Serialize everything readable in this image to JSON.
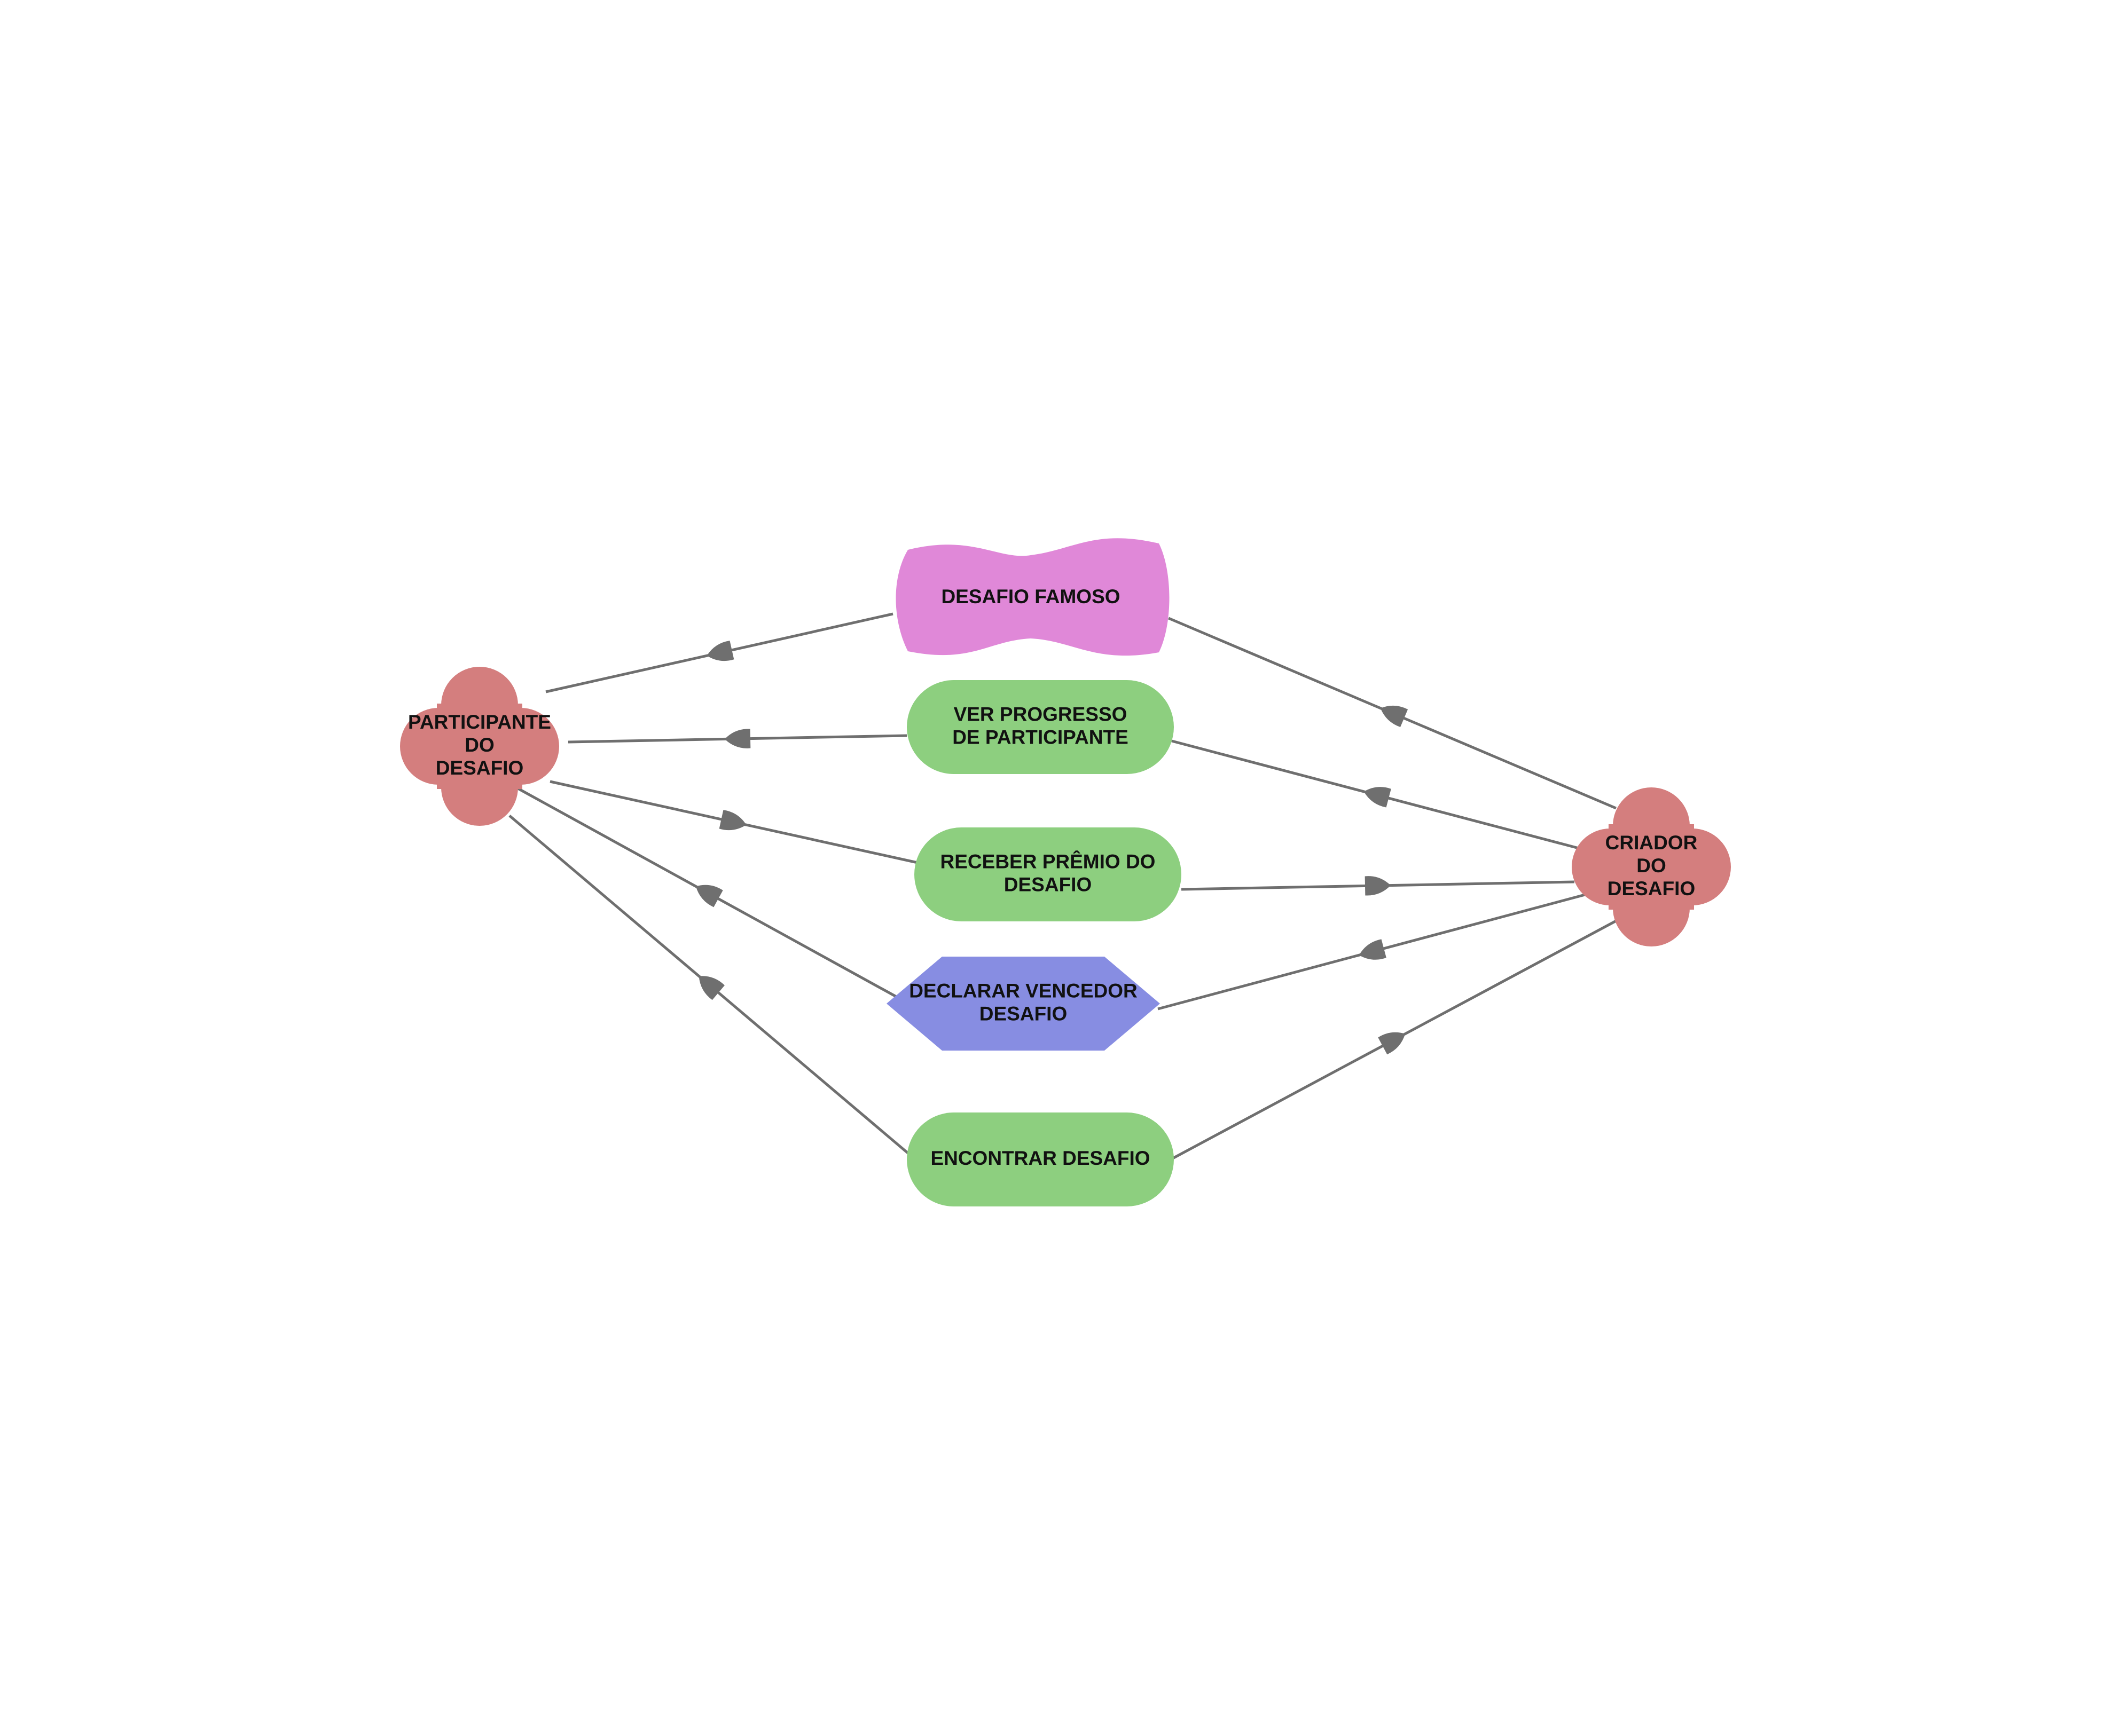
{
  "colors": {
    "actor": "#D47E7E",
    "process": "#8DCF7F",
    "database": "#E088D8",
    "decision": "#878DE2",
    "edge": "#6F6F6F",
    "text": "#111111"
  },
  "nodes": {
    "participante": {
      "lines": [
        "PARTICIPANTE",
        "DO",
        "DESAFIO"
      ],
      "shape": "flower",
      "color_key": "actor"
    },
    "criador": {
      "lines": [
        "CRIADOR",
        "DO",
        "DESAFIO"
      ],
      "shape": "flower",
      "color_key": "actor"
    },
    "desafio_famoso": {
      "lines": [
        "DESAFIO FAMOSO"
      ],
      "shape": "wavy-rect",
      "color_key": "database"
    },
    "ver_progresso": {
      "lines": [
        "VER PROGRESSO",
        "DE PARTICIPANTE"
      ],
      "shape": "stadium",
      "color_key": "process"
    },
    "receber_premio": {
      "lines": [
        "RECEBER PRÊMIO DO",
        "DESAFIO"
      ],
      "shape": "stadium",
      "color_key": "process"
    },
    "declarar_vencedor": {
      "lines": [
        "DECLARAR VENCEDOR",
        "DESAFIO"
      ],
      "shape": "hexagon",
      "color_key": "decision"
    },
    "encontrar_desafio": {
      "lines": [
        "ENCONTRAR DESAFIO"
      ],
      "shape": "stadium",
      "color_key": "process"
    }
  },
  "edges": [
    {
      "from": "criador",
      "to": "desafio_famoso"
    },
    {
      "from": "desafio_famoso",
      "to": "participante"
    },
    {
      "from": "criador",
      "to": "ver_progresso"
    },
    {
      "from": "ver_progresso",
      "to": "participante"
    },
    {
      "from": "participante",
      "to": "receber_premio"
    },
    {
      "from": "receber_premio",
      "to": "criador"
    },
    {
      "from": "criador",
      "to": "declarar_vencedor"
    },
    {
      "from": "declarar_vencedor",
      "to": "participante"
    },
    {
      "from": "encontrar_desafio",
      "to": "participante"
    },
    {
      "from": "encontrar_desafio",
      "to": "criador"
    }
  ]
}
